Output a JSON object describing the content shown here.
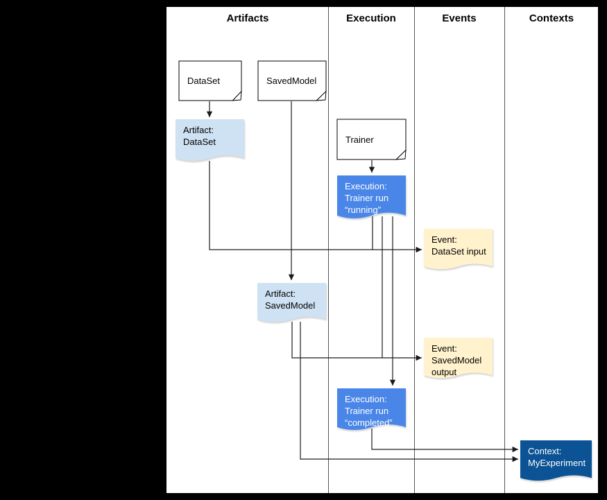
{
  "columns": [
    {
      "label": "Artifacts"
    },
    {
      "label": "Execution"
    },
    {
      "label": "Events"
    },
    {
      "label": "Contexts"
    }
  ],
  "nodes": [
    {
      "id": "dataset-card",
      "kind": "card",
      "label": "DataSet"
    },
    {
      "id": "savedmodel-card",
      "kind": "card",
      "label": "SavedModel"
    },
    {
      "id": "trainer-card",
      "kind": "card",
      "label": "Trainer"
    },
    {
      "id": "artifact-dataset",
      "kind": "artifact",
      "label": "Artifact:\nDataSet"
    },
    {
      "id": "execution-running",
      "kind": "execution",
      "label": "Execution:\nTrainer run\n“running”"
    },
    {
      "id": "event-dataset-input",
      "kind": "event",
      "label": "Event:\nDataSet input"
    },
    {
      "id": "artifact-savedmodel",
      "kind": "artifact",
      "label": "Artifact:\nSavedModel"
    },
    {
      "id": "event-savedmodel-output",
      "kind": "event",
      "label": "Event:\nSavedModel\noutput"
    },
    {
      "id": "execution-completed",
      "kind": "execution",
      "label": "Execution:\nTrainer run\n“completed”"
    },
    {
      "id": "context-myexperiment",
      "kind": "context",
      "label": "Context:\nMyExperiment"
    }
  ],
  "edges": [
    {
      "from": "dataset-card",
      "to": "artifact-dataset"
    },
    {
      "from": "savedmodel-card",
      "to": "artifact-savedmodel"
    },
    {
      "from": "trainer-card",
      "to": "execution-running"
    },
    {
      "from": "artifact-dataset",
      "to": "event-dataset-input"
    },
    {
      "from": "execution-running",
      "to": "event-dataset-input"
    },
    {
      "from": "execution-running",
      "to": "event-savedmodel-output"
    },
    {
      "from": "execution-running",
      "to": "execution-completed"
    },
    {
      "from": "artifact-savedmodel",
      "to": "event-savedmodel-output"
    },
    {
      "from": "artifact-savedmodel",
      "to": "context-myexperiment"
    },
    {
      "from": "execution-completed",
      "to": "context-myexperiment"
    }
  ],
  "colors": {
    "artifact": "#cfe2f3",
    "execution": "#4a86e8",
    "event": "#fff2cc",
    "context": "#0b5394",
    "card": "#ffffff",
    "background": "#000000",
    "panel": "#ffffff"
  }
}
